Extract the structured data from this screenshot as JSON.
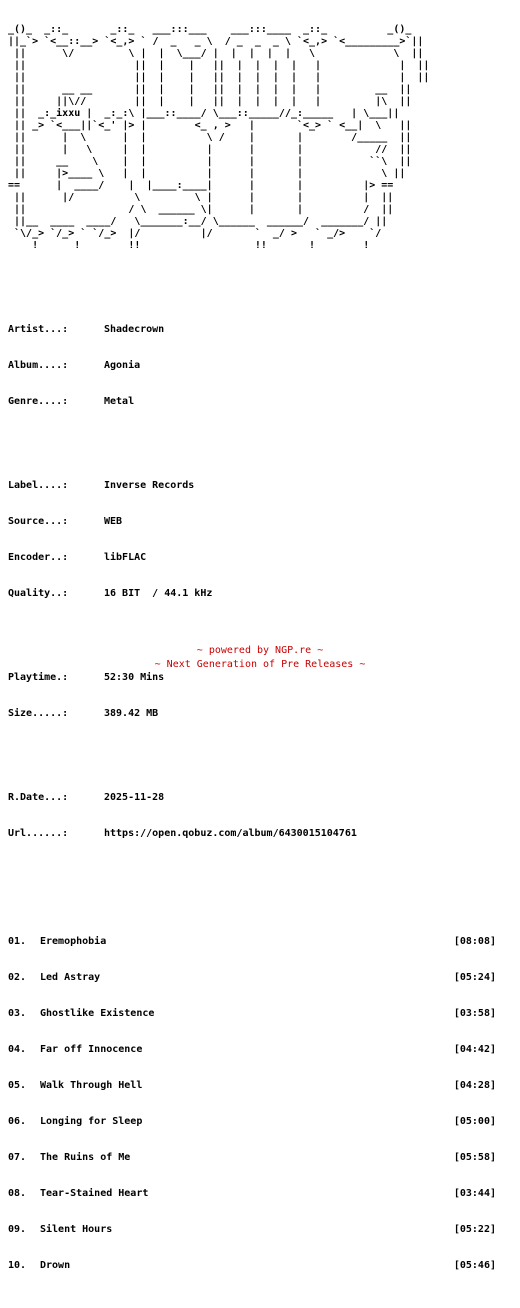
{
  "logo_art": "_()_  _::_       _::_   ___:::___    ___:::____  _::_          _()_\n||_`> `<__::__> `<_,> ` /  _   _ \\  / _  _  _ \\ `<_,> `<_________>`||\n ||      \\/         \\ |  |  \\___/ |  |  |  |  |   \\             \\  ||\n ||                  ||  |    |   ||  |  |  |  |   |             |  ||\n ||                  ||  |    |   ||  |  |  |  |   |             |  ||\n ||      __ __       ||  |    |   ||  |  |  |  |   |         __  ||\n ||     ||\\//        ||  |    |   ||  |  |  |  |   |         |\\  ||\n ||  _:_ixxu |  _:_:\\ |___::____/ \\___::_____//_:_____   | \\___||\n || _> `<___||`<_' |> |        <_ , >   |       `<_> ` <__|  \\   ||\n ||      |  \\      |  |          \\ /    |       |        /_____  ||\n ||      |   \\     |  |          |      |       |            //  ||\n ||     __    \\    |  |          |      |       |           ``\\  ||\n ||     |>____ \\   |  |          |      |       |             \\ ||\n==      |  ____/    |  |____:____|      |       |          |> ==\n ||      |/          \\         \\ |      |       |          |  ||\n ||                 / \\  ______ \\|      |       |          /  ||\n ||__  ____  ____/   \\_______:__/ \\______  ______/  _______/ ||\n `\\/_> `/_> ` `/_>  |/          |/       `  _/ >   ` _/>    `/\n    !      !        !!                   !!       !        !",
  "release": {
    "artist": {
      "key": "Artist...:",
      "value": "Shadecrown"
    },
    "album": {
      "key": "Album....:",
      "value": "Agonia"
    },
    "genre": {
      "key": "Genre....:",
      "value": "Metal"
    },
    "label": {
      "key": "Label....:",
      "value": "Inverse Records"
    },
    "source": {
      "key": "Source...:",
      "value": "WEB"
    },
    "encoder": {
      "key": "Encoder..:",
      "value": "libFLAC"
    },
    "quality": {
      "key": "Quality..:",
      "value": "16 BIT  / 44.1 kHz"
    },
    "playtime": {
      "key": "Playtime.:",
      "value": "52:30 Mins"
    },
    "size": {
      "key": "Size.....:",
      "value": "389.42 MB"
    },
    "rdate": {
      "key": "R.Date...:",
      "value": "2025-11-28"
    },
    "url": {
      "key": "Url......:",
      "value": "https://open.qobuz.com/album/6430015104761"
    }
  },
  "tracks": [
    {
      "num": "01.",
      "title": "Eremophobia",
      "time": "[08:08]"
    },
    {
      "num": "02.",
      "title": "Led Astray",
      "time": "[05:24]"
    },
    {
      "num": "03.",
      "title": "Ghostlike Existence",
      "time": "[03:58]"
    },
    {
      "num": "04.",
      "title": "Far off Innocence",
      "time": "[04:42]"
    },
    {
      "num": "05.",
      "title": "Walk Through Hell",
      "time": "[04:28]"
    },
    {
      "num": "06.",
      "title": "Longing for Sleep",
      "time": "[05:00]"
    },
    {
      "num": "07.",
      "title": "The Ruins of Me",
      "time": "[05:58]"
    },
    {
      "num": "08.",
      "title": "Tear-Stained Heart",
      "time": "[03:44]"
    },
    {
      "num": "09.",
      "title": "Silent Hours",
      "time": "[05:22]"
    },
    {
      "num": "10.",
      "title": "Drown",
      "time": "[05:46]"
    }
  ],
  "footer": {
    "line1": "~ powered by NGP.re ~",
    "line2": "~ Next Generation of Pre Releases ~"
  },
  "colors": {
    "text": "#000000",
    "footer": "#cc0000",
    "background": "#ffffff"
  }
}
